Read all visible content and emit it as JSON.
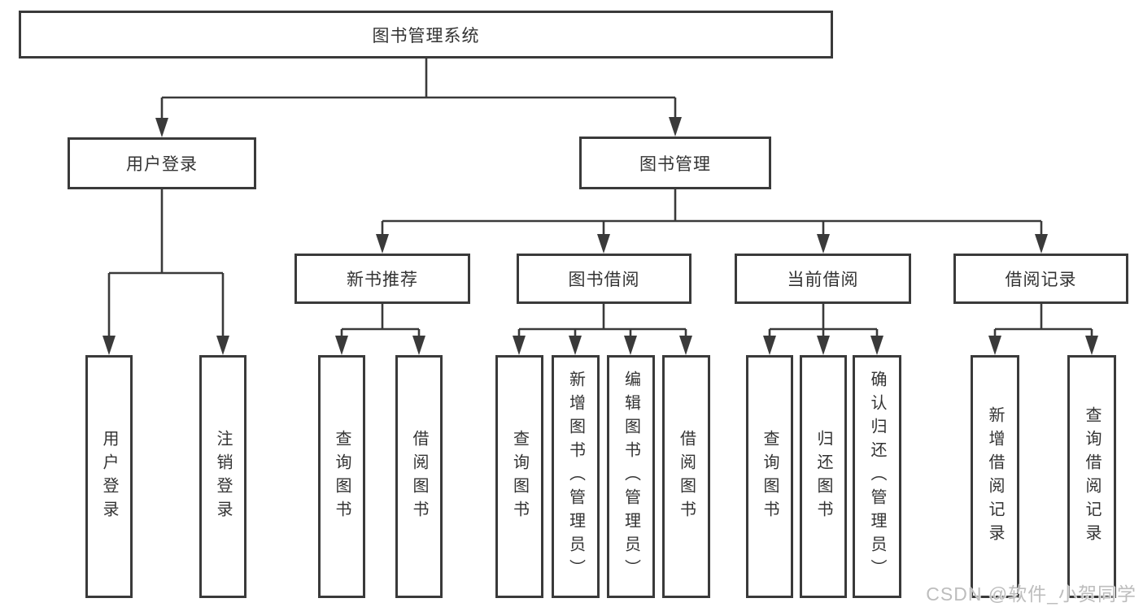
{
  "tree": {
    "root": {
      "label": "图书管理系统"
    },
    "children": [
      {
        "label": "用户登录",
        "children": [
          {
            "label": "用户登录"
          },
          {
            "label": "注销登录"
          }
        ]
      },
      {
        "label": "图书管理",
        "children": [
          {
            "label": "新书推荐",
            "children": [
              {
                "label": "查询图书"
              },
              {
                "label": "借阅图书"
              }
            ]
          },
          {
            "label": "图书借阅",
            "children": [
              {
                "label": "查询图书"
              },
              {
                "label": "新增图书（管理员）"
              },
              {
                "label": "编辑图书（管理员）"
              },
              {
                "label": "借阅图书"
              }
            ]
          },
          {
            "label": "当前借阅",
            "children": [
              {
                "label": "查询图书"
              },
              {
                "label": "归还图书"
              },
              {
                "label": "确认归还（管理员）"
              }
            ]
          },
          {
            "label": "借阅记录",
            "children": [
              {
                "label": "新增借阅记录"
              },
              {
                "label": "查询借阅记录"
              }
            ]
          }
        ]
      }
    ]
  },
  "watermark": {
    "text": "CSDN @软件_小贺同学"
  },
  "colors": {
    "line": "#3a3a3a",
    "box_border": "#3a3a3a",
    "text": "#333333",
    "background": "#ffffff",
    "watermark": "#bdbdbd"
  }
}
